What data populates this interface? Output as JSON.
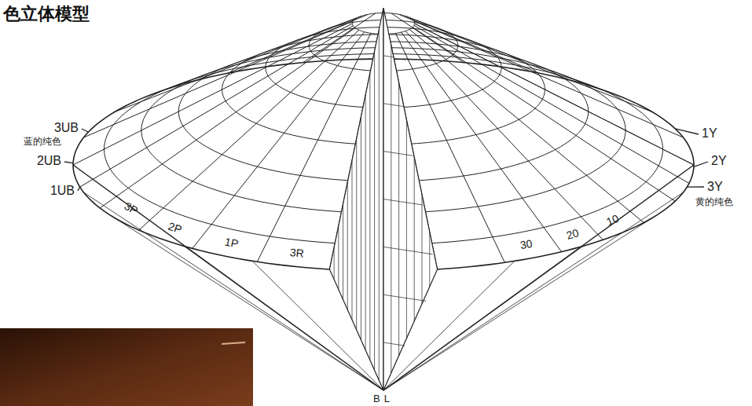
{
  "diagram": {
    "title": "色立体模型",
    "labels": [
      "3UB",
      "蓝的纯色",
      "2UB",
      "1UB",
      "3P",
      "2P",
      "1P",
      "3R",
      "30",
      "20",
      "10",
      "1Y",
      "2Y",
      "3Y",
      "黄的纯色",
      "BL"
    ]
  }
}
